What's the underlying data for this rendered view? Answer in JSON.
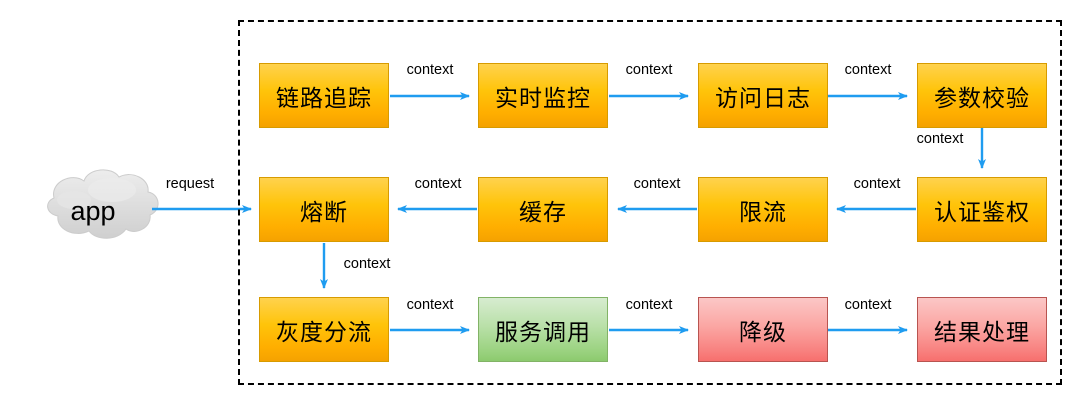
{
  "diagram": {
    "type": "flowchart",
    "title_visible": false,
    "colors": {
      "orange_fill_top": "#ffd24d",
      "orange_fill_bottom": "#f5a200",
      "orange_stroke": "#d79b00",
      "green_fill_top": "#d7ecd0",
      "green_fill_bottom": "#8cca6e",
      "green_stroke": "#82b366",
      "red_fill_top": "#fbc7c6",
      "red_fill_bottom": "#f76f6d",
      "red_stroke": "#b85450",
      "arrow": "#1f9cf0",
      "container_border": "#000000",
      "cloud_fill": "#d9d9d9",
      "background": "#ffffff"
    },
    "client": {
      "label": "app",
      "shape": "cloud"
    },
    "nodes": [
      {
        "id": "trace",
        "label": "链路追踪",
        "color": "orange",
        "row": 1,
        "col": 1
      },
      {
        "id": "monitor",
        "label": "实时监控",
        "color": "orange",
        "row": 1,
        "col": 2
      },
      {
        "id": "accesslog",
        "label": "访问日志",
        "color": "orange",
        "row": 1,
        "col": 3
      },
      {
        "id": "paramcheck",
        "label": "参数校验",
        "color": "orange",
        "row": 1,
        "col": 4
      },
      {
        "id": "auth",
        "label": "认证鉴权",
        "color": "orange",
        "row": 2,
        "col": 4
      },
      {
        "id": "ratelimit",
        "label": "限流",
        "color": "orange",
        "row": 2,
        "col": 3
      },
      {
        "id": "cache",
        "label": "缓存",
        "color": "orange",
        "row": 2,
        "col": 2
      },
      {
        "id": "breaker",
        "label": "熔断",
        "color": "orange",
        "row": 2,
        "col": 1
      },
      {
        "id": "grayrelease",
        "label": "灰度分流",
        "color": "orange",
        "row": 3,
        "col": 1
      },
      {
        "id": "invoke",
        "label": "服务调用",
        "color": "green",
        "row": 3,
        "col": 2
      },
      {
        "id": "degrade",
        "label": "降级",
        "color": "red",
        "row": 3,
        "col": 3
      },
      {
        "id": "result",
        "label": "结果处理",
        "color": "red",
        "row": 3,
        "col": 4
      }
    ],
    "edges": [
      {
        "from": "app",
        "to": "trace",
        "label": "request",
        "dir": "right"
      },
      {
        "from": "trace",
        "to": "monitor",
        "label": "context",
        "dir": "right"
      },
      {
        "from": "monitor",
        "to": "accesslog",
        "label": "context",
        "dir": "right"
      },
      {
        "from": "accesslog",
        "to": "paramcheck",
        "label": "context",
        "dir": "right"
      },
      {
        "from": "paramcheck",
        "to": "auth",
        "label": "context",
        "dir": "down"
      },
      {
        "from": "auth",
        "to": "ratelimit",
        "label": "context",
        "dir": "left"
      },
      {
        "from": "ratelimit",
        "to": "cache",
        "label": "context",
        "dir": "left"
      },
      {
        "from": "cache",
        "to": "breaker",
        "label": "context",
        "dir": "left"
      },
      {
        "from": "breaker",
        "to": "grayrelease",
        "label": "context",
        "dir": "down"
      },
      {
        "from": "grayrelease",
        "to": "invoke",
        "label": "context",
        "dir": "right"
      },
      {
        "from": "invoke",
        "to": "degrade",
        "label": "context",
        "dir": "right"
      },
      {
        "from": "degrade",
        "to": "result",
        "label": "context",
        "dir": "right"
      }
    ],
    "edge_labels": [
      {
        "key": "request",
        "text": "request"
      },
      {
        "key": "context1",
        "text": "context"
      },
      {
        "key": "context2",
        "text": "context"
      },
      {
        "key": "context3",
        "text": "context"
      },
      {
        "key": "context4",
        "text": "context"
      },
      {
        "key": "context5",
        "text": "context"
      },
      {
        "key": "context6",
        "text": "context"
      },
      {
        "key": "context7",
        "text": "context"
      },
      {
        "key": "context8",
        "text": "context"
      },
      {
        "key": "context9",
        "text": "context"
      },
      {
        "key": "context10",
        "text": "context"
      },
      {
        "key": "context11",
        "text": "context"
      }
    ]
  }
}
